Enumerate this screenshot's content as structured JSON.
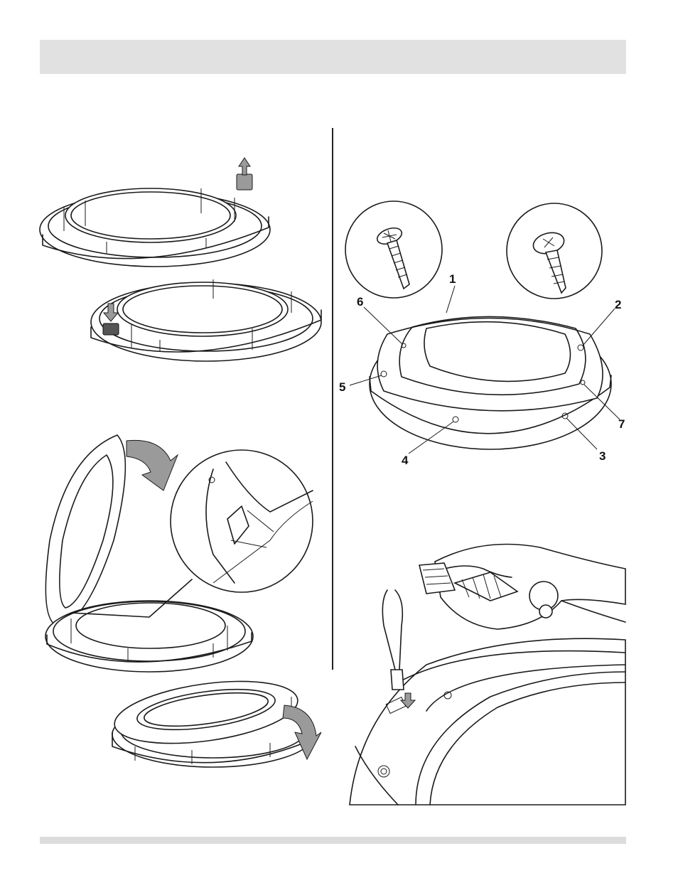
{
  "callouts": {
    "c1": "1",
    "c2": "2",
    "c3": "3",
    "c4": "4",
    "c5": "5",
    "c6": "6",
    "c7": "7"
  },
  "colors": {
    "header_bar": "#e1e1e1",
    "footer_bar": "#dcdcdc",
    "arrow_fill": "#9a9a9a",
    "line": "#1a1a1a"
  },
  "icons": {
    "up_arrow": "arrow-up-icon",
    "curved_arrow": "curved-arrow-icon",
    "screw_torx": "torx-screw-icon",
    "screw_phillips": "phillips-screw-icon"
  }
}
